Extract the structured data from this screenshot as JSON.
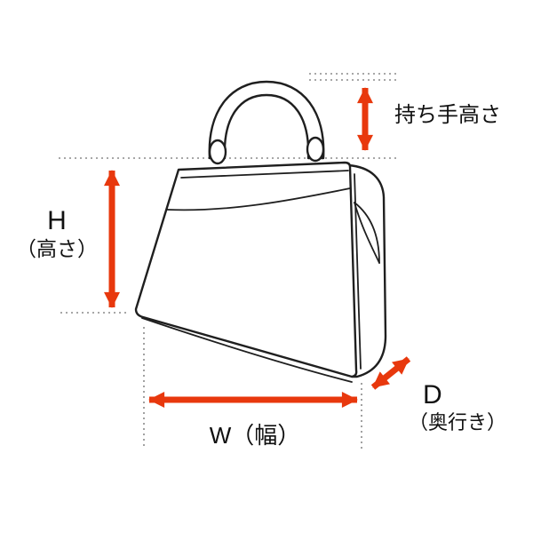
{
  "diagram": {
    "labels": {
      "handle_height": "持ち手高さ",
      "height_letter": "H",
      "height_name": "（高さ）",
      "width": "W（幅）",
      "depth_letter": "D",
      "depth_name": "（奥行き）"
    },
    "colors": {
      "arrow": "#e8380d",
      "outline": "#1f1f1f",
      "guide": "#8a8a8a",
      "background": "#ffffff"
    }
  }
}
